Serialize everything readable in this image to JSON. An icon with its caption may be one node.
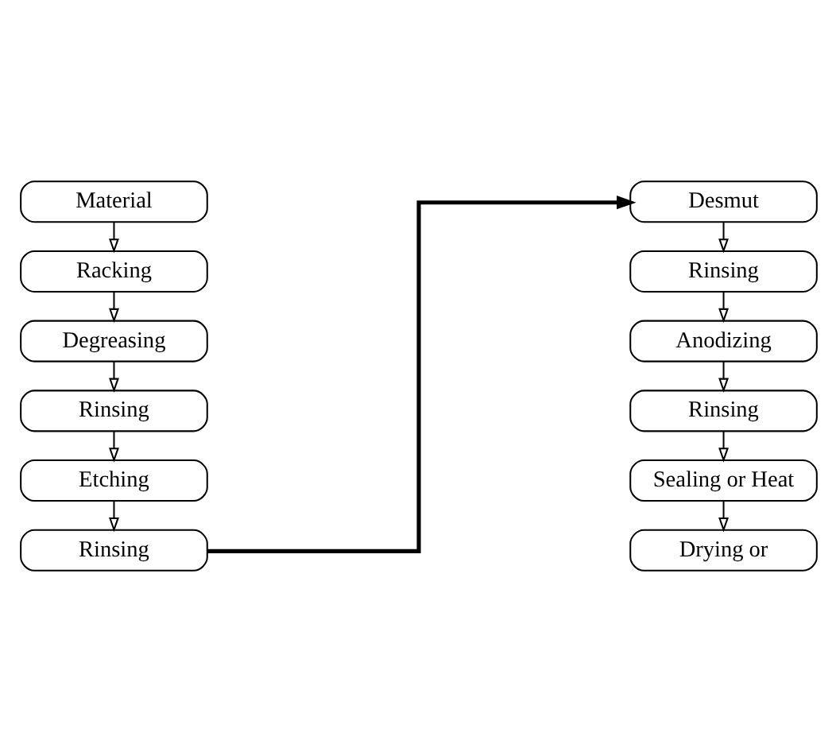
{
  "diagram": {
    "nodes": [
      {
        "text": [
          "Material"
        ]
      },
      {
        "text": [
          "Racking"
        ]
      },
      {
        "text": [
          "Degreasing"
        ]
      },
      {
        "text": [
          "Rinsing"
        ]
      },
      {
        "text": [
          "Etching"
        ]
      },
      {
        "text": [
          "Rinsing"
        ]
      },
      {
        "text": [
          "Desmut"
        ]
      },
      {
        "text": [
          "Rinsing"
        ]
      },
      {
        "text": [
          "Anodizing"
        ]
      },
      {
        "text": [
          "Rinsing"
        ]
      },
      {
        "text": [
          "Sealing or Heat"
        ]
      },
      {
        "text": [
          "Drying or"
        ]
      }
    ],
    "edges": [
      {
        "from": 0,
        "to": 1,
        "arrow": "to"
      },
      {
        "from": 1,
        "to": 2,
        "arrow": "to"
      },
      {
        "from": 2,
        "to": 3,
        "arrow": "to"
      },
      {
        "from": 3,
        "to": 4,
        "arrow": "to"
      },
      {
        "from": 4,
        "to": 5,
        "arrow": "to"
      },
      {
        "from": 5,
        "to": 6,
        "arrow": "to",
        "style": "thick"
      },
      {
        "from": 6,
        "to": 7,
        "arrow": "to"
      },
      {
        "from": 7,
        "to": 8,
        "arrow": "to"
      },
      {
        "from": 8,
        "to": 9,
        "arrow": "to"
      },
      {
        "from": 9,
        "to": 10,
        "arrow": "to"
      },
      {
        "from": 10,
        "to": 11,
        "arrow": "to"
      }
    ]
  }
}
